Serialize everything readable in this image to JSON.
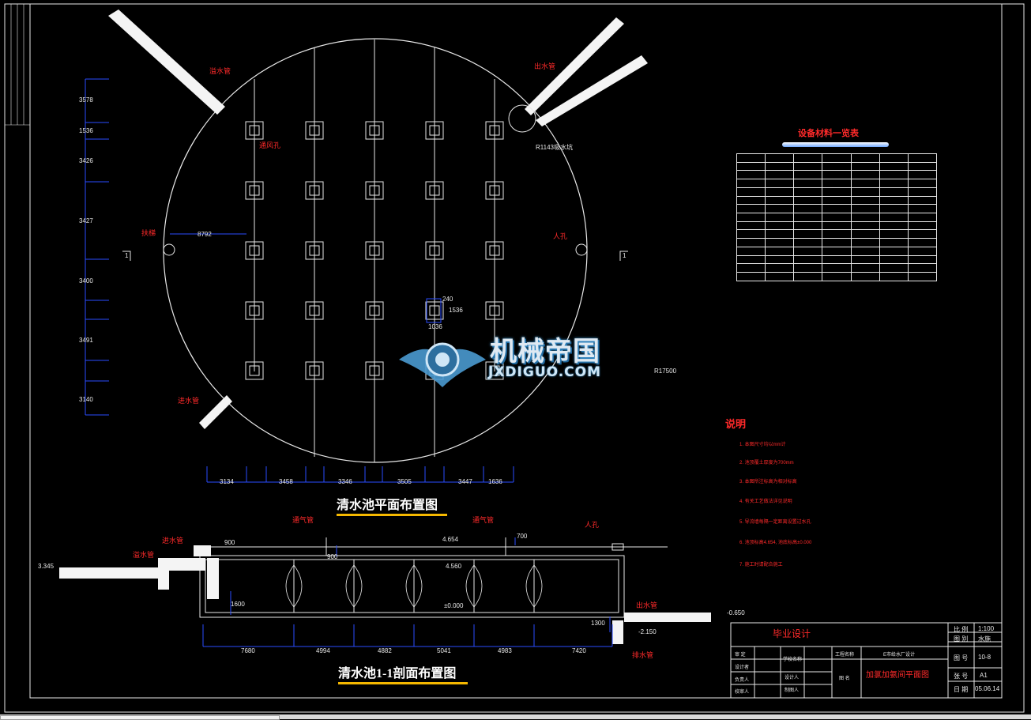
{
  "plan": {
    "title": "清水池平面布置图",
    "labels": {
      "overflow": "溢水管",
      "inlet": "进水管",
      "outlet": "出水管",
      "vent": "通风孔",
      "ladder": "扶梯",
      "manhole": "人孔",
      "sump": "R1143吸水坑",
      "radius": "R17500"
    },
    "left_dims": [
      "3578",
      "1536",
      "3426",
      "3427",
      "3400",
      "3491",
      "3140"
    ],
    "bottom_dims": [
      "3134",
      "3458",
      "3346",
      "3505",
      "3447",
      "1636"
    ],
    "inner_dims": [
      "8792",
      "240",
      "1536",
      "1036"
    ],
    "section_marks": [
      "1",
      "1"
    ]
  },
  "section": {
    "title": "清水池1-1剖面布置图",
    "labels": {
      "vent1": "通气管",
      "vent2": "通气管",
      "manhole": "人孔",
      "inlet": "进水管",
      "overflow": "溢水管",
      "outlet": "出水管",
      "drain": "排水管"
    },
    "elevations": [
      "4.654",
      "4.560",
      "±0.000",
      "3.345",
      "-0.650",
      "-2.150"
    ],
    "dims": [
      "900",
      "900",
      "700",
      "1600",
      "1300"
    ],
    "bottom_dims": [
      "7680",
      "4994",
      "4882",
      "5041",
      "4983",
      "7420"
    ]
  },
  "materials": {
    "title": "设备材料一览表"
  },
  "notes": {
    "title": "说明",
    "items": [
      "1. 本图尺寸均以mm计",
      "2. 池顶覆土厚度为700mm",
      "3. 本图所注标高为相对标高",
      "4. 有关工艺做法详见说明",
      "5. 导流墙每隔一定距离设置过水孔",
      "6. 池顶标高4.654, 池底标高±0.000",
      "7. 施工时请配合施工"
    ]
  },
  "titleblock": {
    "project": "毕业设计",
    "scale_label": "比  例",
    "scale": "1:100",
    "unit_label": "图  别",
    "unit": "水施",
    "no_label": "图  号",
    "no": "10-8",
    "sheet_label": "张  号",
    "sheet": "A1",
    "date_label": "日  期",
    "date": "05.06.14",
    "engineering_label": "工程名称",
    "engineering": "E市给水厂设计",
    "drawing_label": "图  名",
    "drawing_name": "加氯加氨间平面图",
    "review": "审  定",
    "design": "设计者",
    "responsible": "负责人",
    "checker": "校审人",
    "school": "学校名称",
    "designer": "设计人",
    "drafter": "制图人"
  },
  "watermark": {
    "cn": "机械帝国",
    "en": "JXDIGUO.COM"
  },
  "colors": {
    "background": "#000000",
    "line": "#e8e8e8",
    "dimension": "#2a4dff",
    "red_text": "#ff2a2a",
    "title_bar": "#f5b800"
  }
}
